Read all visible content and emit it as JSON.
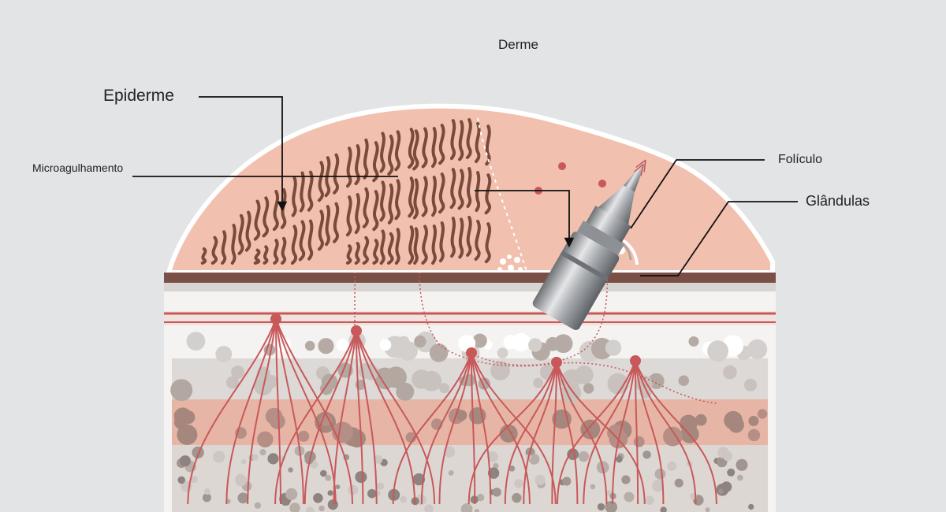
{
  "labels": {
    "derme": "Derme",
    "epiderme": "Epiderme",
    "microagulhamento": "Microagulhamento",
    "foliculo": "Folículo",
    "glandulas": "Glândulas"
  },
  "colors": {
    "background": "#e3e4e6",
    "skin_surface": "#f1c0ae",
    "skin_outline": "#ffffff",
    "hair_strand": "#7a4a3a",
    "epidermis_band": "#7a4f45",
    "vessel_red": "#c9585a",
    "subcutis_band": "#e6b5a5",
    "cell_gray": "#a79b95",
    "needle_steel": "#a8abaf",
    "leader_line": "#111111"
  },
  "icons": {
    "microneedling_pen": "microneedling-pen-icon"
  }
}
